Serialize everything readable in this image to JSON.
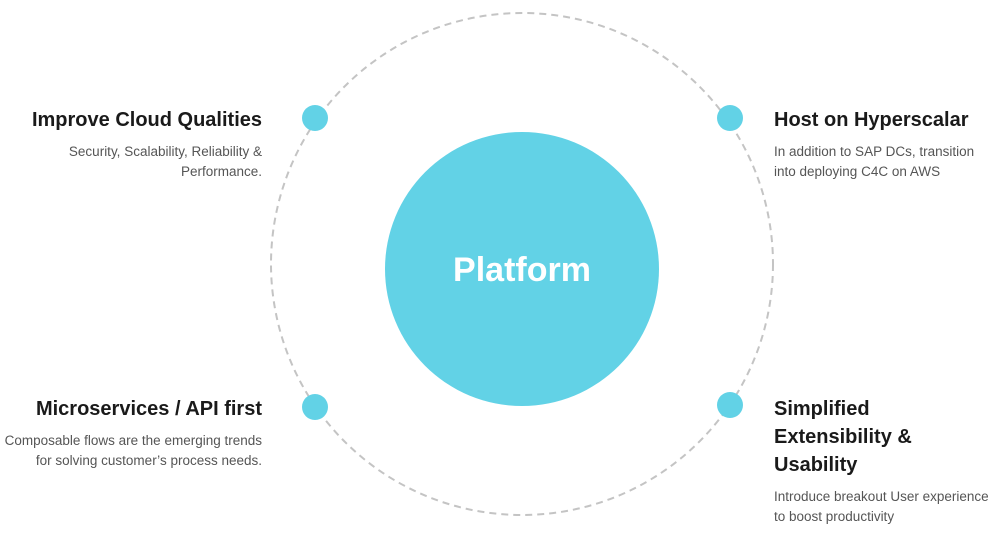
{
  "center": {
    "label": "Platform",
    "color": "#62d2e6"
  },
  "ring": {
    "color": "#c4c4c4",
    "style": "dashed"
  },
  "node_color": "#62d2e6",
  "items": [
    {
      "title": "Improve Cloud Qualities",
      "description": "Security, Scalability, Reliability & Performance."
    },
    {
      "title": "Host on Hyperscalar",
      "description": "In addition to SAP DCs, transition into deploying C4C on AWS"
    },
    {
      "title": "Microservices / API first",
      "description": "Composable flows are the emerging trends for solving customer’s process needs."
    },
    {
      "title": "Simplified Extensibility & Usability",
      "description": "Introduce breakout User experience to boost productivity"
    }
  ]
}
